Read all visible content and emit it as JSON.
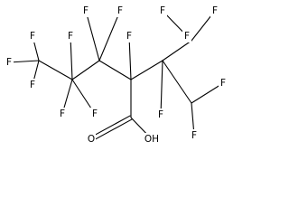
{
  "molecule": {
    "atoms": [
      {
        "id": "f1",
        "symbol": "F"
      },
      {
        "id": "f2",
        "symbol": "F"
      },
      {
        "id": "f3",
        "symbol": "F"
      },
      {
        "id": "f4",
        "symbol": "F"
      },
      {
        "id": "f5",
        "symbol": "F"
      },
      {
        "id": "f6",
        "symbol": "F"
      },
      {
        "id": "f7",
        "symbol": "F"
      },
      {
        "id": "f8",
        "symbol": "F"
      },
      {
        "id": "f9",
        "symbol": "F"
      },
      {
        "id": "f10",
        "symbol": "F"
      },
      {
        "id": "f11",
        "symbol": "F"
      },
      {
        "id": "f12",
        "symbol": "F"
      },
      {
        "id": "f13",
        "symbol": "F"
      },
      {
        "id": "f14",
        "symbol": "F"
      },
      {
        "id": "f15",
        "symbol": "F"
      },
      {
        "id": "o1",
        "symbol": "O"
      },
      {
        "id": "oh1",
        "symbol": "OH"
      }
    ],
    "bond_count": 24,
    "double_bonds": 1
  },
  "colors": {
    "bond": "#000000",
    "label": "#000000",
    "background": "#ffffff"
  }
}
